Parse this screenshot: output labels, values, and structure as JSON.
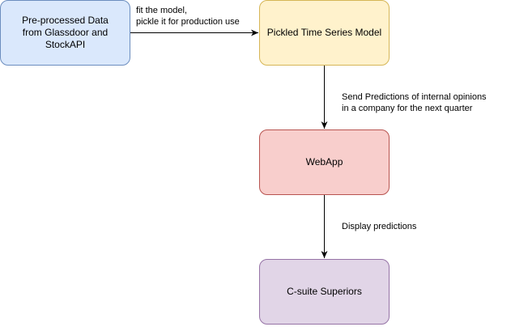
{
  "nodes": {
    "data_source": {
      "label": "Pre-processed Data\nfrom Glassdoor and\nStockAPI"
    },
    "model": {
      "label": "Pickled Time Series Model"
    },
    "webapp": {
      "label": "WebApp"
    },
    "csuite": {
      "label": "C-suite Superiors"
    }
  },
  "edges": {
    "fit": {
      "label": "fit the model,\npickle it for production use"
    },
    "send": {
      "label": "Send Predictions of internal opinions\nin a company for the next quarter"
    },
    "display": {
      "label": "Display predictions"
    }
  },
  "colors": {
    "data_fill": "#dae8fc",
    "data_stroke": "#6c8ebf",
    "model_fill": "#fff2cc",
    "model_stroke": "#d6b656",
    "webapp_fill": "#f8cecc",
    "webapp_stroke": "#b85450",
    "csuite_fill": "#e1d5e7",
    "csuite_stroke": "#9673a6",
    "edge": "#000000"
  }
}
